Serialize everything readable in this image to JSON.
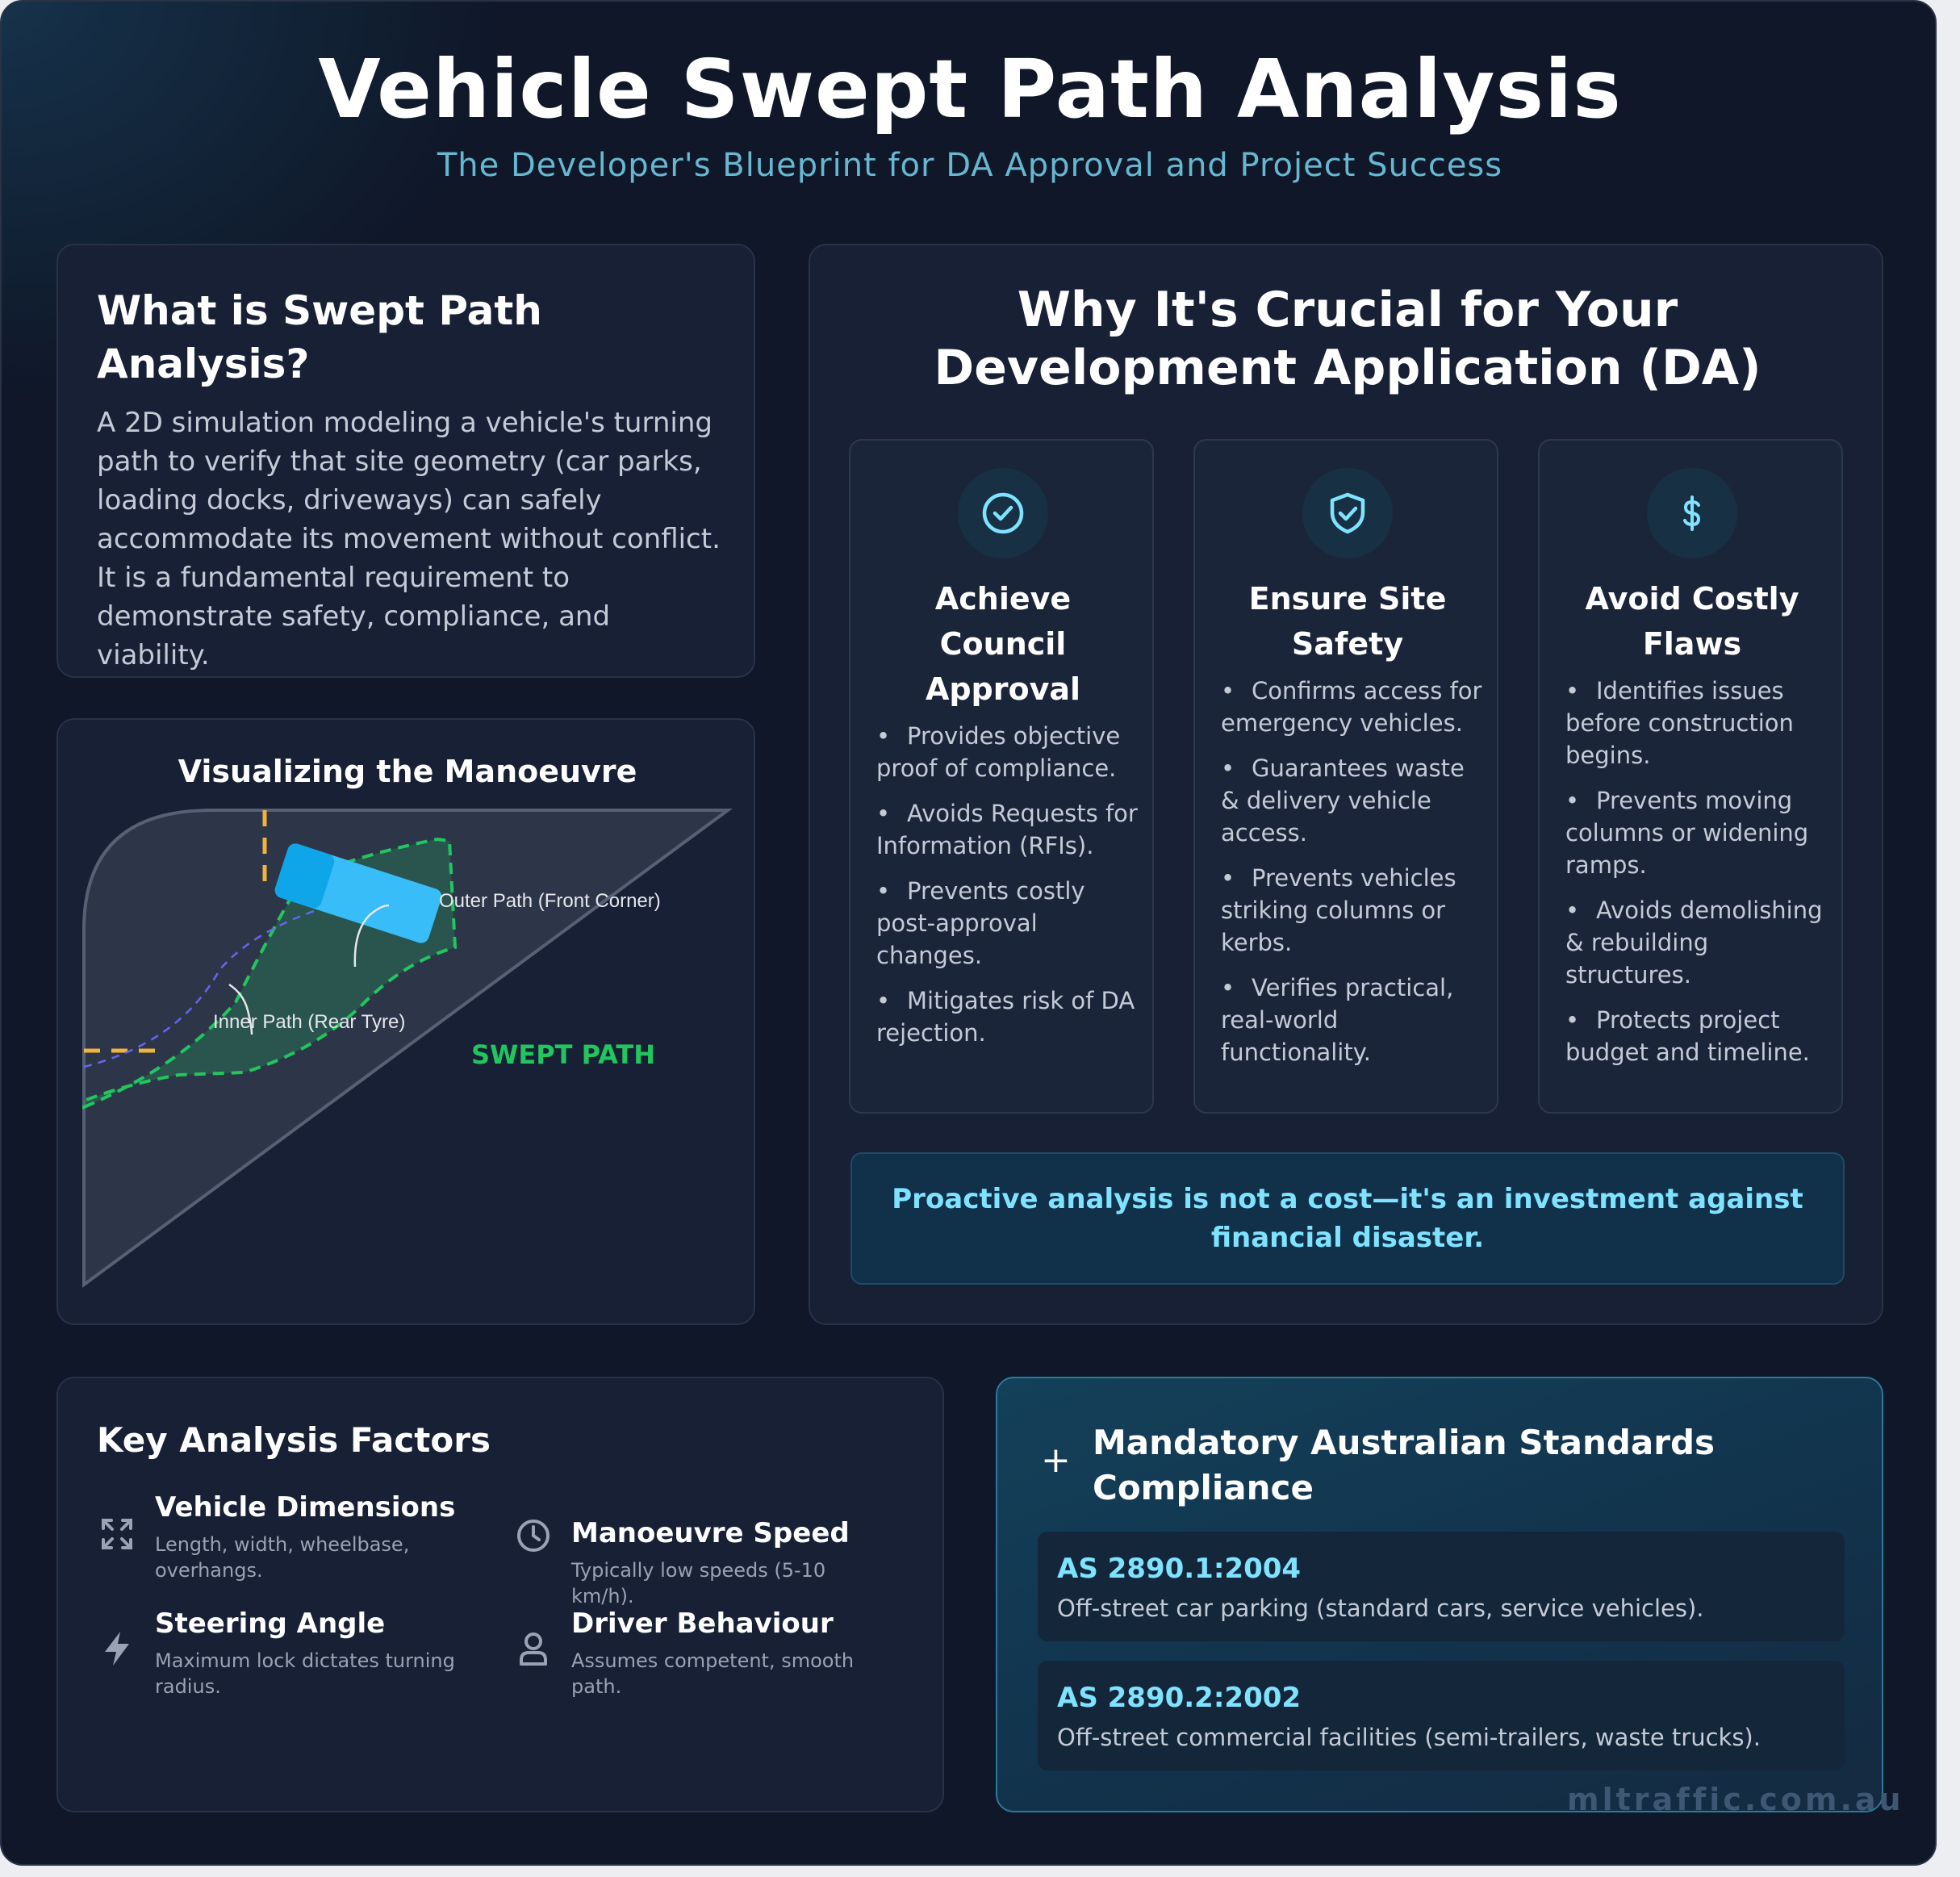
{
  "header": {
    "title": "Vehicle Swept Path Analysis",
    "subtitle": "The Developer's Blueprint for DA Approval and Project Success"
  },
  "what": {
    "title": "What is Swept Path Analysis?",
    "body": "A 2D simulation modeling a vehicle's turning path to verify that site geometry (car parks, loading docks, driveways) can safely accommodate its movement without conflict. It is a fundamental requirement to demonstrate safety, compliance, and viability."
  },
  "visual": {
    "title": "Visualizing the Manoeuvre",
    "outer_label": "Outer Path (Front Corner)",
    "inner_label": "Inner Path (Rear Tyre)",
    "swept_label": "SWEPT PATH"
  },
  "why": {
    "title_line1": "Why It's Crucial for Your",
    "title_line2": "Development Application (DA)",
    "cards": [
      {
        "icon": "check-circle-icon",
        "title": "Achieve Council Approval",
        "items": [
          "Provides objective proof of compliance.",
          "Avoids Requests for Information (RFIs).",
          "Prevents costly post-approval changes.",
          "Mitigates risk of DA rejection."
        ]
      },
      {
        "icon": "shield-check-icon",
        "title": "Ensure Site Safety",
        "items": [
          "Confirms access for emergency vehicles.",
          "Guarantees waste & delivery vehicle access.",
          "Prevents vehicles striking columns or kerbs.",
          "Verifies practical, real-world functionality."
        ]
      },
      {
        "icon": "dollar-icon",
        "title": "Avoid Costly Flaws",
        "items": [
          "Identifies issues before construction begins.",
          "Prevents moving columns or widening ramps.",
          "Avoids demolishing & rebuilding structures.",
          "Protects project budget and timeline."
        ]
      }
    ],
    "callout": "Proactive analysis is not a cost—it's an investment against financial disaster."
  },
  "factors": {
    "title": "Key Analysis Factors",
    "items": [
      {
        "icon": "expand-icon",
        "name": "Vehicle Dimensions",
        "desc": "Length, width, wheelbase, overhangs."
      },
      {
        "icon": "clock-icon",
        "name": "Manoeuvre Speed",
        "desc": "Typically low speeds (5-10 km/h)."
      },
      {
        "icon": "lightning-icon",
        "name": "Steering Angle",
        "desc": "Maximum lock dictates turning radius."
      },
      {
        "icon": "user-icon",
        "name": "Driver Behaviour",
        "desc": "Assumes competent, smooth path."
      }
    ]
  },
  "standards": {
    "title": "Mandatory Australian Standards Compliance",
    "items": [
      {
        "code": "AS 2890.1:2004",
        "desc": "Off-street car parking (standard cars, service vehicles)."
      },
      {
        "code": "AS 2890.2:2002",
        "desc": "Off-street commercial facilities (semi-trailers, waste trucks)."
      }
    ]
  },
  "watermark": "mltraffic.com.au",
  "colors": {
    "background": "#0f1728",
    "card": "#172035",
    "accent_cyan": "#7fe3ff",
    "subtitle": "#67b7d1",
    "swept_green": "#22c55e",
    "vehicle_blue": "#38bdf8",
    "kerb_yellow": "#f0b43c"
  }
}
